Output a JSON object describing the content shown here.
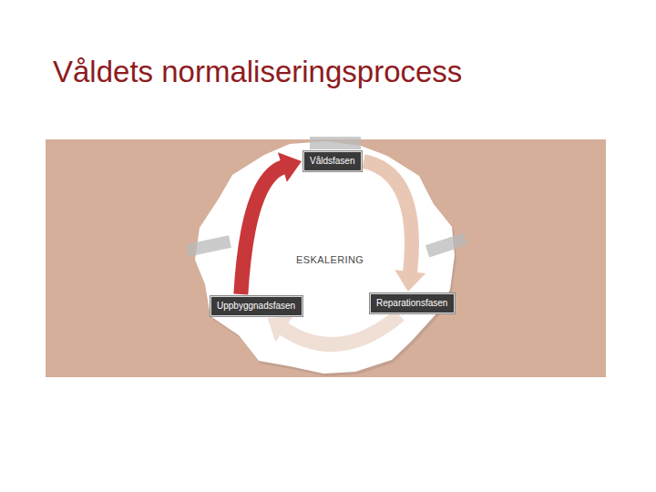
{
  "diagram": {
    "title": "Våldets normaliseringsprocess",
    "nodes": [
      {
        "text": [
          "Våldsfasen"
        ]
      },
      {
        "text": [
          "Reparationsfasen"
        ]
      },
      {
        "text": [
          "Uppbyggnadsfasen"
        ]
      }
    ],
    "edges": [
      {
        "from": 2,
        "to": 0,
        "arrow": "to"
      },
      {
        "from": 0,
        "to": 1,
        "arrow": "to"
      },
      {
        "from": 1,
        "to": 2,
        "arrow": "to"
      }
    ],
    "labels": [
      "ESKALERING"
    ]
  }
}
